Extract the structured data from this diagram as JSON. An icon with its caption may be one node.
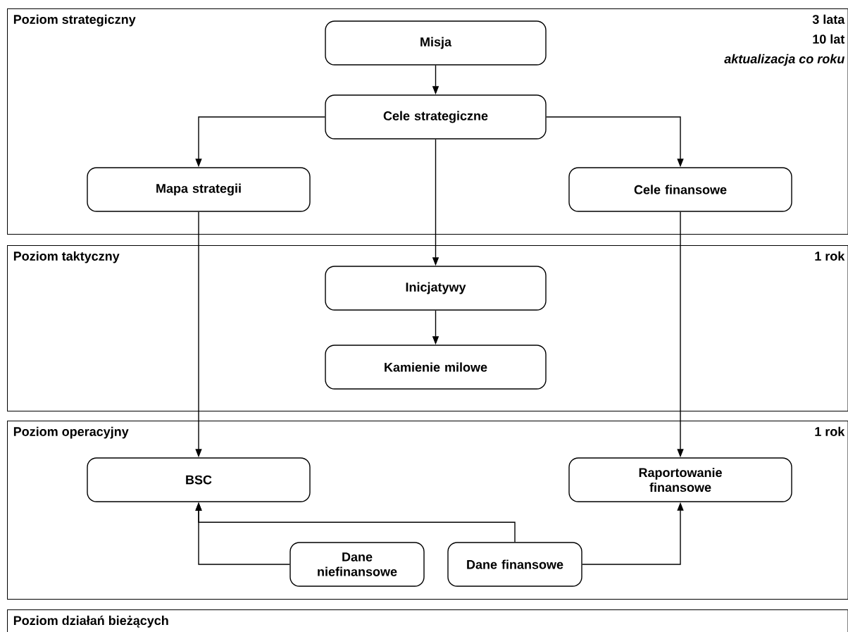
{
  "diagram": {
    "nodes": [
      {
        "text": [
          "Poziom strategiczny",
          "3 lata",
          "10 lat",
          "aktualizacja co roku"
        ]
      },
      {
        "text": [
          "Misja"
        ],
        "in": 0
      },
      {
        "text": [
          "Cele strategiczne"
        ],
        "in": 0
      },
      {
        "text": [
          "Mapa strategii"
        ],
        "in": 0
      },
      {
        "text": [
          "Cele finansowe"
        ],
        "in": 0
      },
      {
        "text": [
          "Poziom taktyczny",
          "1 rok"
        ]
      },
      {
        "text": [
          "Inicjatywy"
        ],
        "in": 5
      },
      {
        "text": [
          "Kamienie milowe"
        ],
        "in": 5
      },
      {
        "text": [
          "Poziom operacyjny",
          "1 rok"
        ]
      },
      {
        "text": [
          "BSC"
        ],
        "in": 8
      },
      {
        "text": [
          "Raportowanie finansowe"
        ],
        "in": 8
      },
      {
        "text": [
          "Dane niefinansowe"
        ],
        "in": 8
      },
      {
        "text": [
          "Dane finansowe"
        ],
        "in": 8
      },
      {
        "text": [
          "Poziom działań bieżących"
        ]
      }
    ],
    "edges": [
      {
        "from": 1,
        "to": 2,
        "arrow": "to"
      },
      {
        "from": 2,
        "to": 3,
        "arrow": "to"
      },
      {
        "from": 2,
        "to": 4,
        "arrow": "to"
      },
      {
        "from": 2,
        "to": 6,
        "arrow": "to"
      },
      {
        "from": 6,
        "to": 7,
        "arrow": "to"
      },
      {
        "from": 3,
        "to": 9,
        "arrow": "to"
      },
      {
        "from": 4,
        "to": 10,
        "arrow": "to"
      },
      {
        "from": 11,
        "to": 9,
        "arrow": "to"
      },
      {
        "from": 12,
        "to": 9,
        "arrow": "to"
      },
      {
        "from": 12,
        "to": 10,
        "arrow": "to"
      }
    ]
  }
}
